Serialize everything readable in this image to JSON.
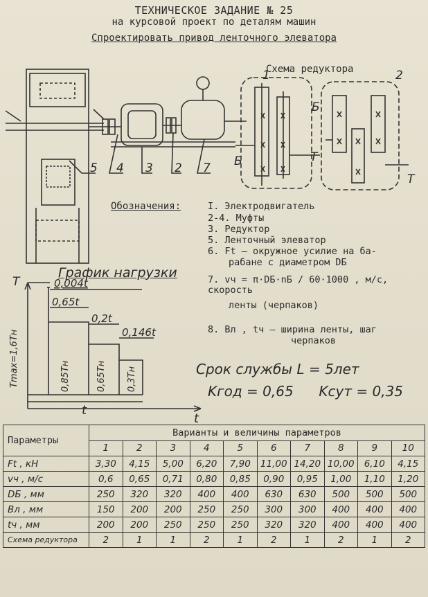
{
  "header": {
    "title": "ТЕХНИЧЕСКОЕ ЗАДАНИЕ № 25",
    "subtitle": "на курсовой проект по деталям машин",
    "task": "Спроектировать привод ленточного элеватора"
  },
  "scheme": {
    "title": "Схема редуктора",
    "labels": [
      "1",
      "2",
      "Б",
      "Т",
      "Б",
      "Т"
    ],
    "parts": [
      "5",
      "4",
      "3",
      "2",
      "7"
    ]
  },
  "legend": {
    "heading": "Обозначения:",
    "items": [
      "I. Электродвигатель",
      "2-4. Муфты",
      "3. Редуктор",
      "5. Ленточный элеватор",
      "6. Ft – окружное усилие на ба-",
      "рабане с диаметром DБ",
      "7. vч = π·DБ·nБ / 60·1000 , м/с, скорость",
      "ленты (черпаков)",
      "8. Bл , tч – ширина ленты, шаг",
      "черпаков"
    ]
  },
  "graph": {
    "title": "График нагрузки",
    "y_axis": "T",
    "x_axis": "t",
    "t_total": "t",
    "tmax_label": "Tmax=1,6Tн",
    "steps": [
      {
        "time": "0,004t",
        "level": "1,6Tн"
      },
      {
        "time": "0,65t",
        "level": "0,85Tн"
      },
      {
        "time": "0,2t",
        "level": "0,65Tн"
      },
      {
        "time": "0,146t",
        "level": "0,3Tн"
      }
    ]
  },
  "life": {
    "text": "Срок службы L = 5лет"
  },
  "coefficients": {
    "k_year": "Kгод = 0,65",
    "k_day": "Kсут = 0,35"
  },
  "table": {
    "param_header": "Параметры",
    "variants_header": "Варианты и величины параметров",
    "variants": [
      "1",
      "2",
      "3",
      "4",
      "5",
      "6",
      "7",
      "8",
      "9",
      "10"
    ],
    "rows": [
      {
        "param": "Ft , кН",
        "values": [
          "3,30",
          "4,15",
          "5,00",
          "6,20",
          "7,90",
          "11,00",
          "14,20",
          "10,00",
          "6,10",
          "4,15"
        ]
      },
      {
        "param": "vч , м/с",
        "values": [
          "0,6",
          "0,65",
          "0,71",
          "0,80",
          "0,85",
          "0,90",
          "0,95",
          "1,00",
          "1,10",
          "1,20"
        ]
      },
      {
        "param": "DБ , мм",
        "values": [
          "250",
          "320",
          "320",
          "400",
          "400",
          "630",
          "630",
          "500",
          "500",
          "500"
        ]
      },
      {
        "param": "Bл , мм",
        "values": [
          "150",
          "200",
          "200",
          "250",
          "250",
          "300",
          "300",
          "400",
          "400",
          "400"
        ]
      },
      {
        "param": "tч , мм",
        "values": [
          "200",
          "200",
          "250",
          "250",
          "250",
          "320",
          "320",
          "400",
          "400",
          "400"
        ]
      },
      {
        "param": "Схема редуктора",
        "values": [
          "2",
          "1",
          "1",
          "2",
          "1",
          "2",
          "1",
          "2",
          "1",
          "2"
        ]
      }
    ]
  }
}
